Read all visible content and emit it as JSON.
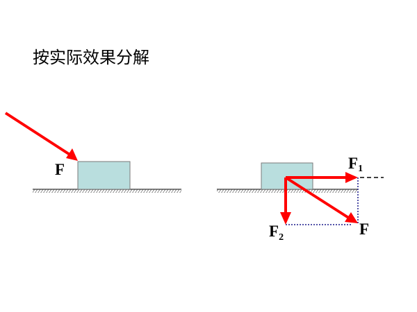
{
  "title": "按实际效果分解",
  "left_figure": {
    "force_label": "F"
  },
  "right_figure": {
    "component_1_label": "F",
    "component_1_subscript": "1",
    "component_2_label": "F",
    "component_2_subscript": "2",
    "resultant_label": "F"
  },
  "colors": {
    "arrow": "#ff0000",
    "block_fill": "#b9dede",
    "block_stroke": "#7a7a7a",
    "dotted_line": "#1a1a8c",
    "ground": "#555555"
  }
}
